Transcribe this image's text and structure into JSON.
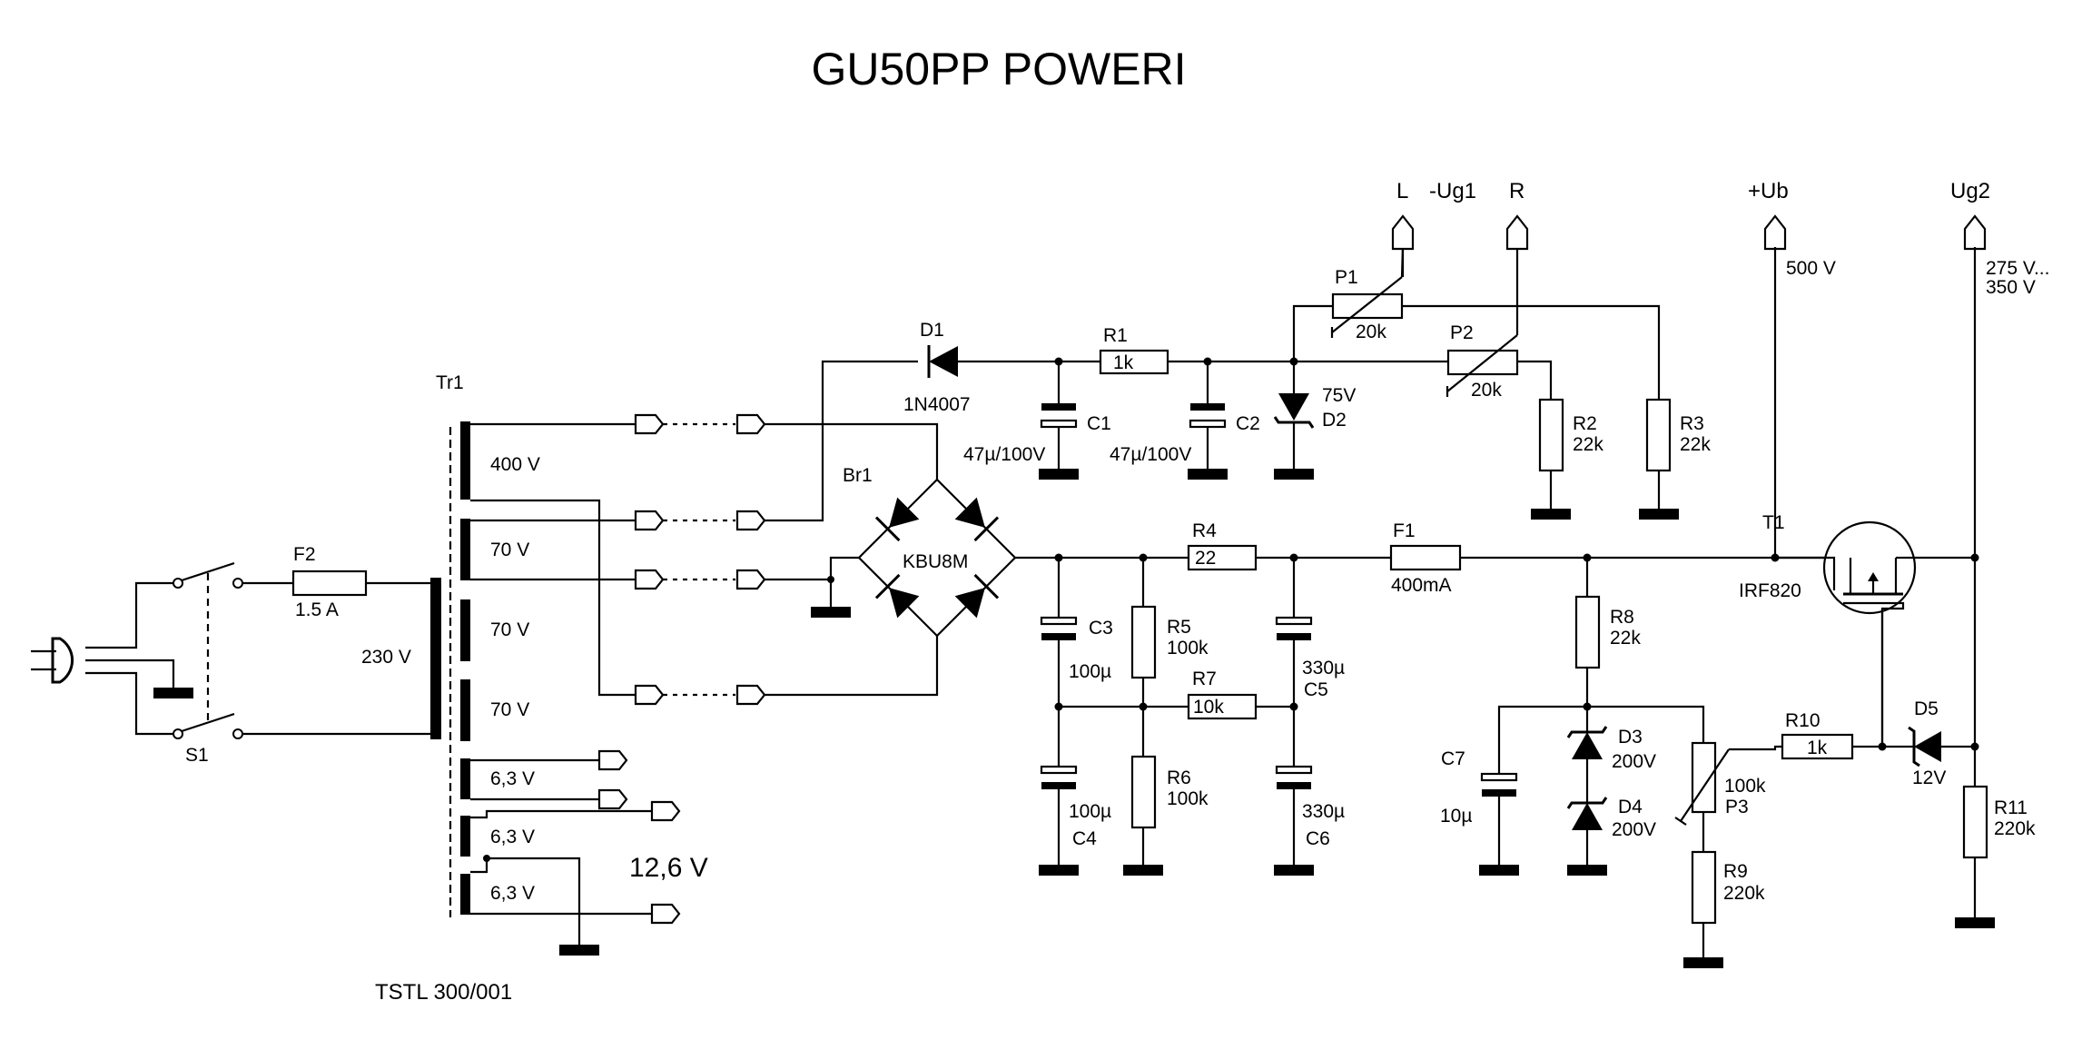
{
  "title": "GU50PP POWERI",
  "transformer": {
    "ref": "Tr1",
    "model": "TSTL 300/001",
    "primary": "230 V",
    "windings": [
      "400 V",
      "70 V",
      "70 V",
      "70 V",
      "6,3 V",
      "6,3 V",
      "6,3 V"
    ],
    "heater_total": "12,6 V"
  },
  "mains": {
    "switch": "S1",
    "fuse": "F2",
    "fuse_value": "1.5 A"
  },
  "rectifiers": {
    "bridge": "Br1",
    "bridge_type": "KBU8M",
    "diode": "D1",
    "diode_type": "1N4007"
  },
  "outputs": {
    "L": "L",
    "ug1": "-Ug1",
    "R": "R",
    "ub": "+Ub",
    "ub_voltage": "500 V",
    "ug2": "Ug2",
    "ug2_voltage": "275 V...\n350 V"
  },
  "components": {
    "R1": {
      "ref": "R1",
      "value": "1k"
    },
    "R2": {
      "ref": "R2",
      "value": "22k"
    },
    "R3": {
      "ref": "R3",
      "value": "22k"
    },
    "R4": {
      "ref": "R4",
      "value": "22"
    },
    "R5": {
      "ref": "R5",
      "value": "100k"
    },
    "R6": {
      "ref": "R6",
      "value": "100k"
    },
    "R7": {
      "ref": "R7",
      "value": "10k"
    },
    "R8": {
      "ref": "R8",
      "value": "22k"
    },
    "R9": {
      "ref": "R9",
      "value": "220k"
    },
    "R10": {
      "ref": "R10",
      "value": "1k"
    },
    "R11": {
      "ref": "R11",
      "value": "220k"
    },
    "P1": {
      "ref": "P1",
      "value": "20k"
    },
    "P2": {
      "ref": "P2",
      "value": "20k"
    },
    "P3": {
      "ref": "P3",
      "value": "100k"
    },
    "C1": {
      "ref": "C1",
      "value": "47µ/100V"
    },
    "C2": {
      "ref": "C2",
      "value": "47µ/100V"
    },
    "C3": {
      "ref": "C3",
      "value": "100µ"
    },
    "C4": {
      "ref": "C4",
      "value": "100µ"
    },
    "C5": {
      "ref": "C5",
      "value": "330µ"
    },
    "C6": {
      "ref": "C6",
      "value": "330µ"
    },
    "C7": {
      "ref": "C7",
      "value": "10µ"
    },
    "D2": {
      "ref": "D2",
      "value": "75V"
    },
    "D3": {
      "ref": "D3",
      "value": "200V"
    },
    "D4": {
      "ref": "D4",
      "value": "200V"
    },
    "D5": {
      "ref": "D5",
      "value": "12V"
    },
    "F1": {
      "ref": "F1",
      "value": "400mA"
    },
    "T1": {
      "ref": "T1",
      "value": "IRF820"
    }
  }
}
